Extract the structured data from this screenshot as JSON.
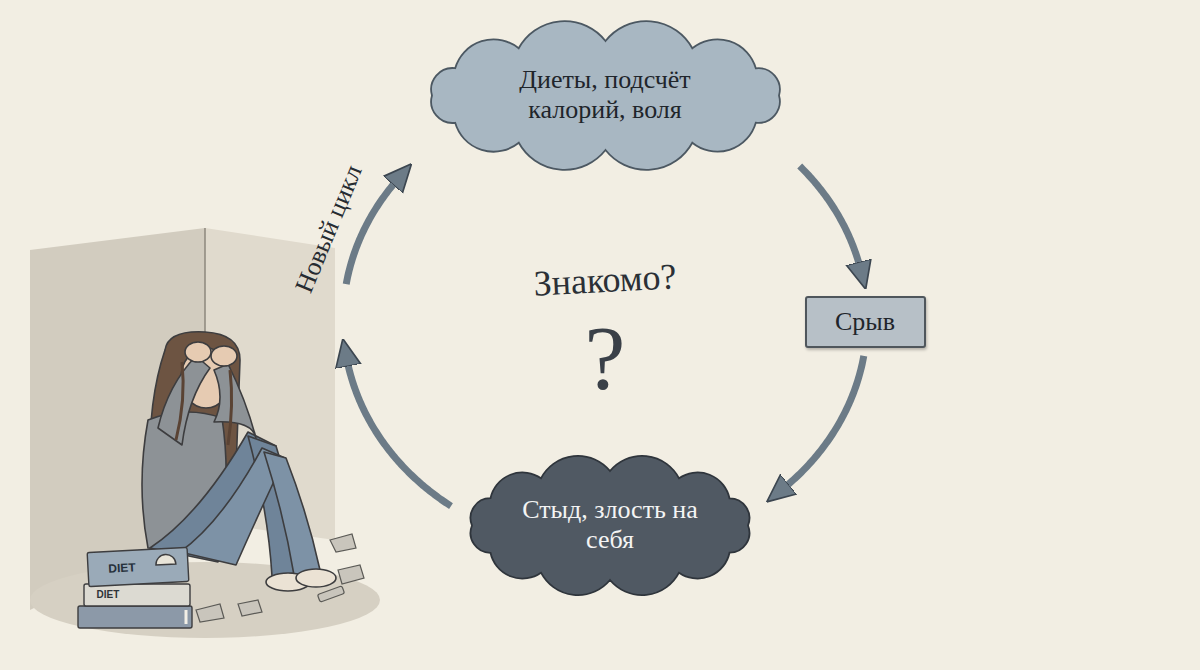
{
  "diagram": {
    "nodes": [
      {
        "text": [
          "Диеты, подсчёт калорий, воля"
        ]
      },
      {
        "text": [
          "Срыв"
        ]
      },
      {
        "text": [
          "Стыд, злость на себя"
        ]
      }
    ],
    "edges": [
      {
        "from": 0,
        "to": 1,
        "arrow": "to"
      },
      {
        "from": 1,
        "to": 2,
        "arrow": "to"
      },
      {
        "from": 2,
        "to": 0,
        "arrow": "to",
        "label": "Новый цикл"
      }
    ],
    "labels": [
      "Знакомо?",
      "?",
      "DIET",
      "DIET"
    ]
  }
}
